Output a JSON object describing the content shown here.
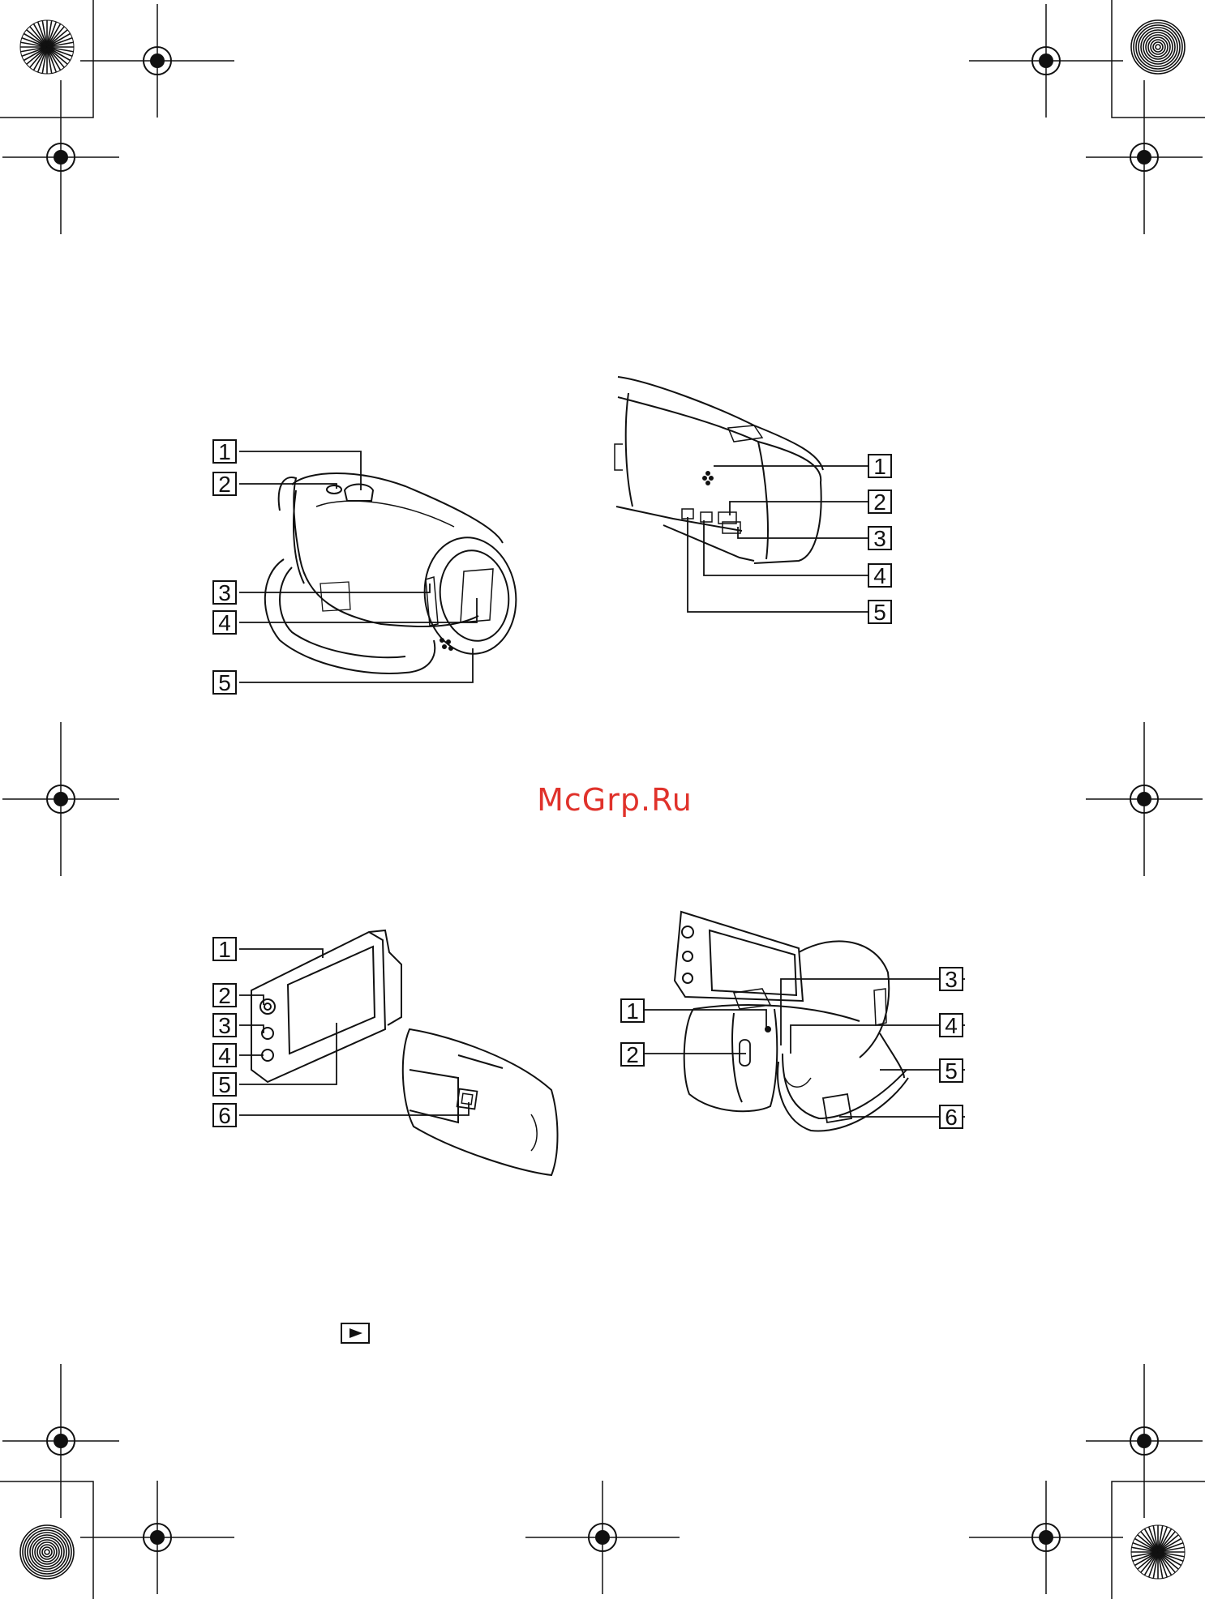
{
  "watermark": "McGrp.Ru",
  "figures": [
    {
      "name": "front-view",
      "callouts": [
        "1",
        "2",
        "3",
        "4",
        "5"
      ]
    },
    {
      "name": "bottom-view",
      "callouts": [
        "1",
        "2",
        "3",
        "4",
        "5"
      ]
    },
    {
      "name": "lcd-view",
      "callouts": [
        "1",
        "2",
        "3",
        "4",
        "5",
        "6"
      ]
    },
    {
      "name": "rear-view",
      "callouts": [
        "1",
        "2",
        "3",
        "4",
        "5",
        "6"
      ]
    }
  ],
  "icons": [
    "registration-mark-icon",
    "color-target-icon",
    "play-mode-icon"
  ],
  "colors": {
    "ink": "#111111",
    "watermark": "#e0322b"
  }
}
